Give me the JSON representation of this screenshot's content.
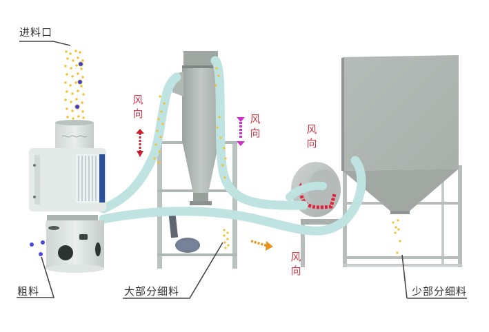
{
  "diagram": {
    "type": "process-illustration",
    "title": "",
    "labels": {
      "feed_inlet": "进料口",
      "coarse_material": "粗料",
      "most_fine_material": "大部分细料",
      "small_fine_material": "少部分细料"
    },
    "wind_direction": {
      "text": "风向",
      "count": 4
    },
    "components": [
      {
        "id": "classifier",
        "name": "classifier machine"
      },
      {
        "id": "cyclone",
        "name": "cyclone separator"
      },
      {
        "id": "fan",
        "name": "centrifugal fan"
      },
      {
        "id": "bag-filter",
        "name": "dust collector box"
      }
    ],
    "colors": {
      "label_text": "#333333",
      "leader_line": "#444444",
      "wind_text": "#d23a4a",
      "particle": "#f2c12e",
      "coarse_particle": "#3b3bd6",
      "pipe": "#bfe3e1",
      "machine_light": "#e6ece9",
      "steel": "#a9b1ad",
      "arrow_red": "#c8202a",
      "arrow_magenta": "#d02cc8",
      "arrow_orange": "#e8931a",
      "fan_arrow": "#e0203c"
    }
  }
}
